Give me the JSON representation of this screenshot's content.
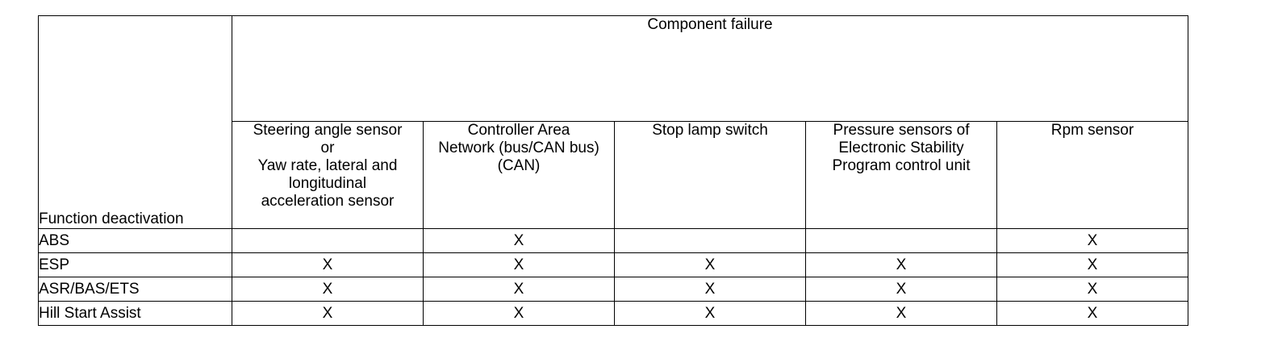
{
  "table": {
    "row_header_label": "Function deactivation",
    "group_label": "Component failure",
    "columns": [
      "Steering angle sensor\nor\nYaw rate, lateral and\nlongitudinal\nacceleration sensor",
      "Controller Area\nNetwork (bus/CAN bus)\n(CAN)",
      "Stop lamp switch",
      "Pressure sensors of\nElectronic Stability\nProgram control unit",
      "Rpm sensor"
    ],
    "rows": [
      {
        "function": "ABS",
        "marks": [
          "",
          "X",
          "",
          "",
          "X"
        ]
      },
      {
        "function": "ESP",
        "marks": [
          "X",
          "X",
          "X",
          "X",
          "X"
        ]
      },
      {
        "function": "ASR/BAS/ETS",
        "marks": [
          "X",
          "X",
          "X",
          "X",
          "X"
        ]
      },
      {
        "function": "Hill Start Assist",
        "marks": [
          "X",
          "X",
          "X",
          "X",
          "X"
        ]
      }
    ]
  }
}
